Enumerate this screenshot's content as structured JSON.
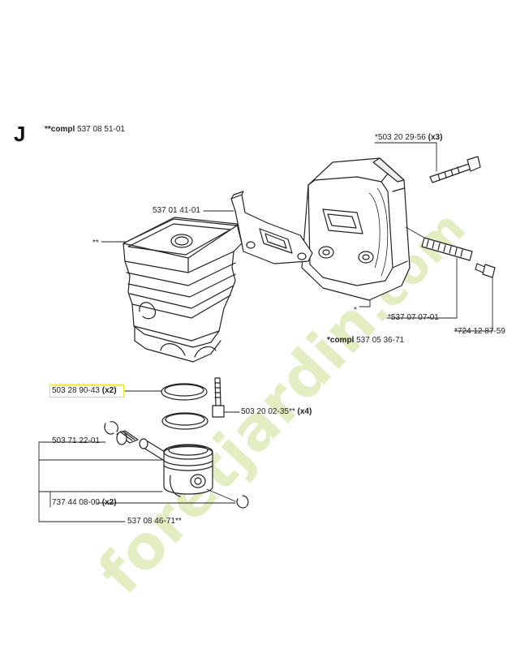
{
  "section_letter": "J",
  "labels": {
    "assembly_prefix": "**compl",
    "assembly_part": "537 08 51-01",
    "bolt_top_part": "*503 20 29-56",
    "bolt_top_qty": "(x3)",
    "bracket_part": "537 01 41-01",
    "cylinder_mark": "**",
    "muffler_mark": "*",
    "muffler_part": "*537 07 07-01",
    "heat_shield_part": "*724 12 87-59",
    "muffler_set_prefix": "*compl",
    "muffler_set_part": "537 05 36-71",
    "piston_ring_part": "503 28 90-43",
    "piston_ring_qty": "(x2)",
    "cyl_screw_part": "503 20 02-35**",
    "cyl_screw_qty": "(x4)",
    "bearing_part": "503 71 22-01",
    "circlip_part": "737 44 08-00",
    "circlip_qty": "(x2)",
    "piston_kit_part": "537 08 46-71**"
  },
  "watermark": {
    "brand": "foretjardin",
    "suffix": ".com"
  },
  "colors": {
    "highlight": "#f0e020",
    "watermark_green": "#cfe39a",
    "watermark_orange": "#f4c89a",
    "line": "#222222"
  }
}
